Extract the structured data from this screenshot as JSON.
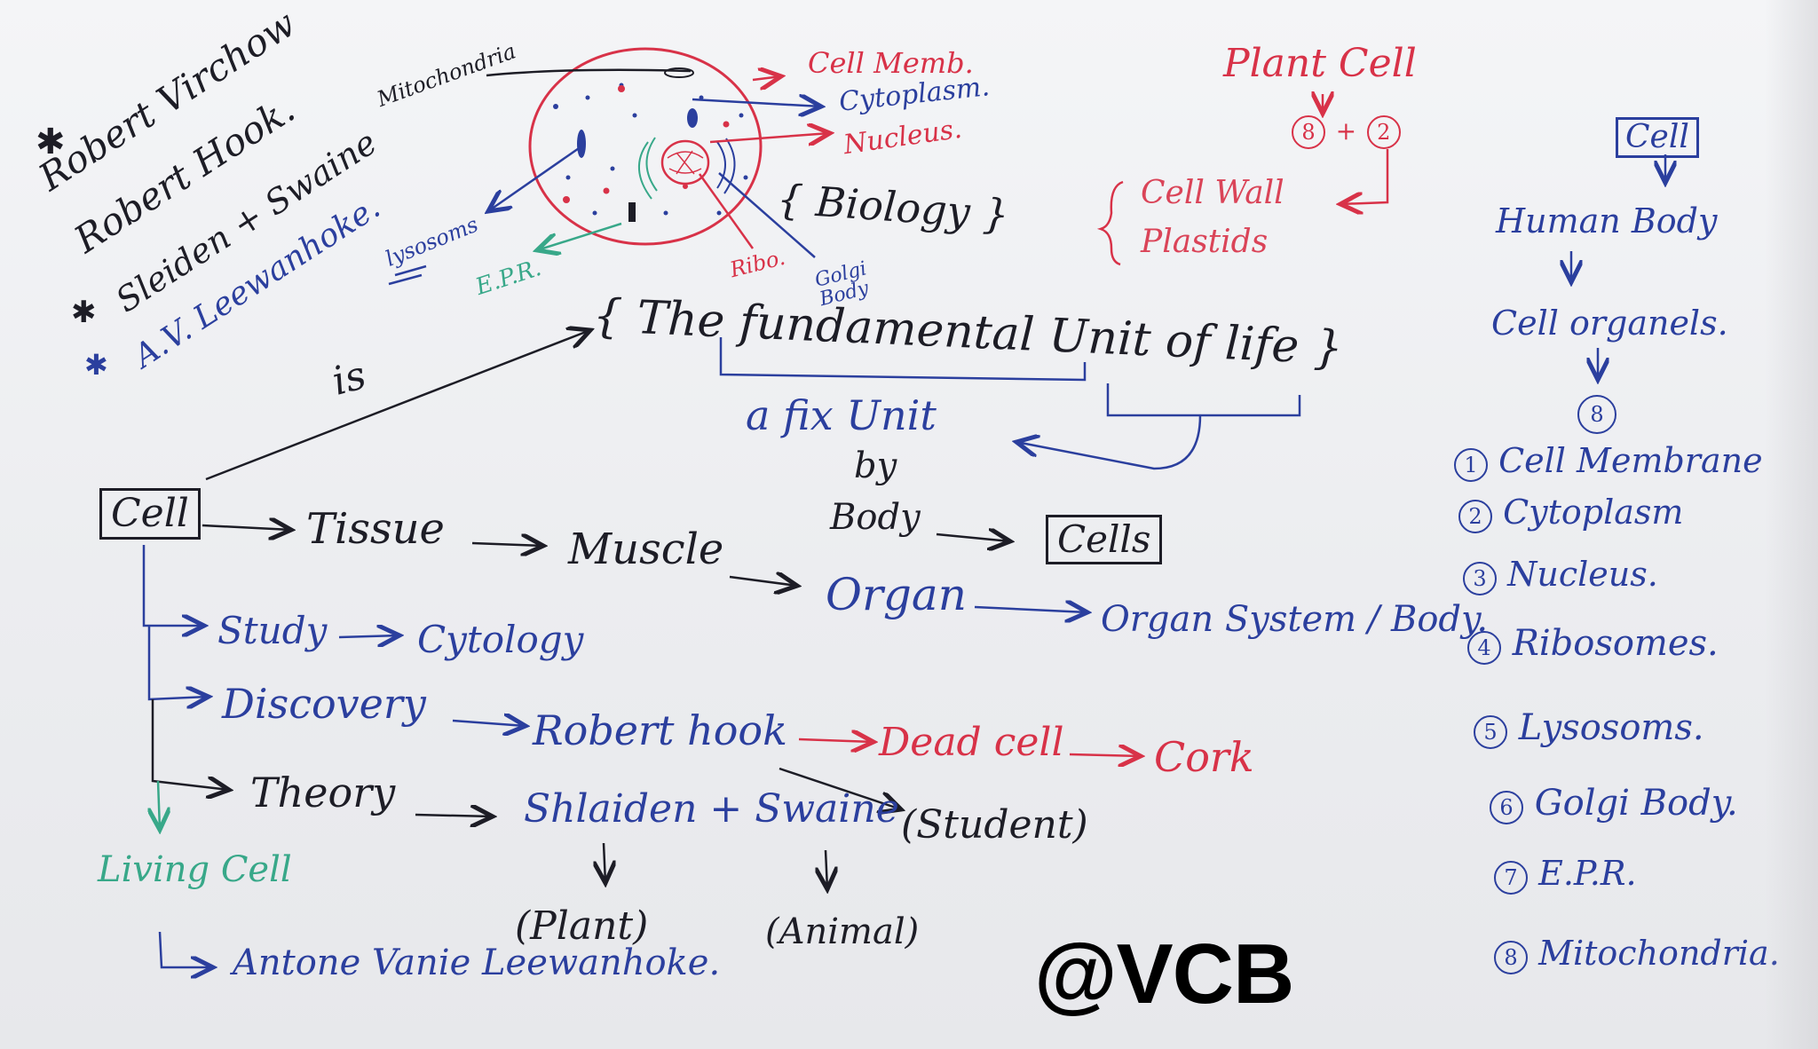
{
  "scientists": {
    "marker1": "✱",
    "virchow": "Robert Virchow",
    "hook": "Robert Hook.",
    "schleiden": "Sleiden + Swaine",
    "marker2": "✱",
    "leeuwenhoek": "A.V. Leewanhoke.",
    "marker3": "✱"
  },
  "cell_diagram": {
    "mitochondria": "Mitochondria",
    "cell_membrane": "Cell Memb.",
    "cytoplasm": "Cytoplasm.",
    "nucleus": "Nucleus.",
    "lysosome": "lysosoms",
    "epr": "E.P.R.",
    "ribo": "Ribo.",
    "golgi": "Golgi Body"
  },
  "biology": "{ Biology }",
  "definition": {
    "fundamental": "{ The fundamental Unit of life }",
    "is": "is",
    "fix_unit": "a fix Unit",
    "by": "by",
    "body": "Body",
    "cells": "Cells"
  },
  "hierarchy": {
    "cell": "Cell",
    "tissue": "Tissue",
    "muscle": "Muscle",
    "organ": "Organ",
    "organ_system": "Organ System / Body."
  },
  "branches": {
    "study": "Study",
    "cytology": "Cytology",
    "discovery": "Discovery",
    "robert_hook": "Robert hook",
    "dead_cell": "Dead cell",
    "cork": "Cork",
    "theory": "Theory",
    "shleiden": "Shlaiden + Swaine",
    "student": "(Student)",
    "plant": "(Plant)",
    "animal": "(Animal)",
    "living_cell": "Living Cell",
    "antone": "Antone Vanie Leewanhoke."
  },
  "plant_cell": {
    "title": "Plant Cell",
    "eight": "8",
    "plus": "+",
    "two": "2",
    "wall": "Cell Wall",
    "plastids": "Plastids"
  },
  "right_column": {
    "cell": "Cell",
    "human_body": "Human Body",
    "organelles": "Cell organels.",
    "count": "8",
    "items": [
      {
        "num": "1",
        "label": "Cell Membrane"
      },
      {
        "num": "2",
        "label": "Cytoplasm"
      },
      {
        "num": "3",
        "label": "Nucleus."
      },
      {
        "num": "4",
        "label": "Ribosomes."
      },
      {
        "num": "5",
        "label": "Lysosoms."
      },
      {
        "num": "6",
        "label": "Golgi Body."
      },
      {
        "num": "7",
        "label": "E.P.R."
      },
      {
        "num": "8",
        "label": "Mitochondria."
      }
    ]
  },
  "watermark": "@VCB",
  "colors": {
    "ink_black": "#1d1d26",
    "ink_blue": "#2b3f9e",
    "ink_red": "#d83248",
    "ink_green": "#38a889",
    "board": "#eeeff2"
  }
}
